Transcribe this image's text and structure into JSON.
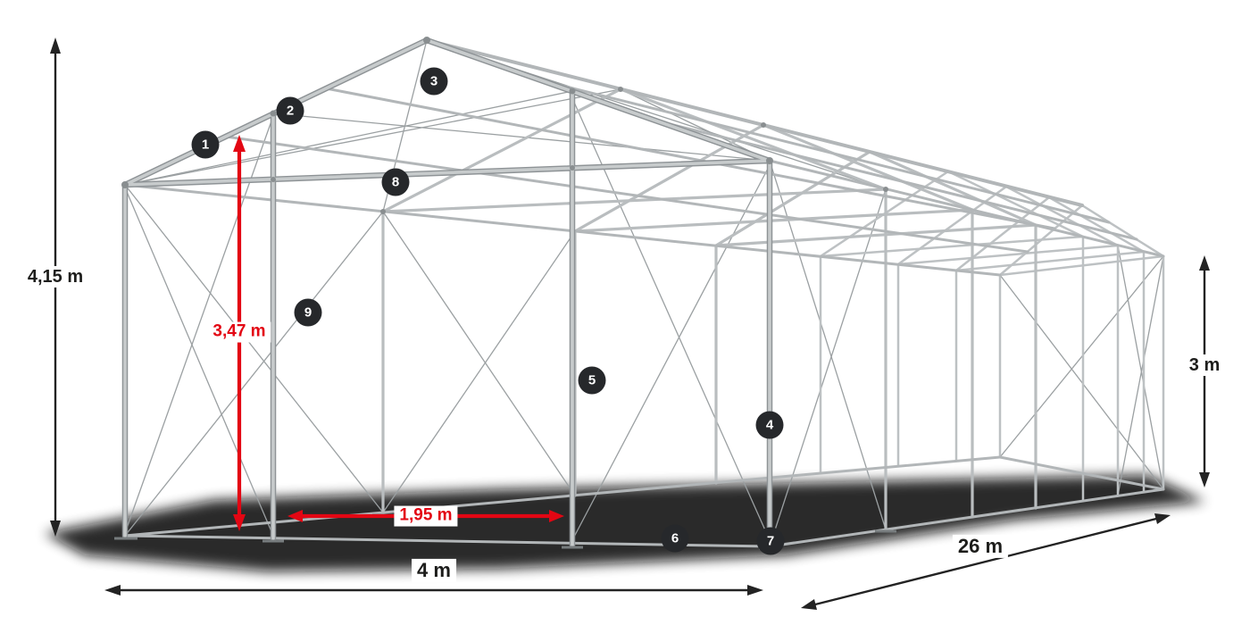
{
  "diagram": {
    "name": "tent-frame-dimension-diagram",
    "dimensions": {
      "total_height": "4,15 m",
      "clearance_height": "3,47 m",
      "side_height": "3 m",
      "width": "4 m",
      "length": "26 m",
      "entrance_width": "1,95 m"
    }
  },
  "badges": [
    {
      "label": "1"
    },
    {
      "label": "2"
    },
    {
      "label": "3"
    },
    {
      "label": "4"
    },
    {
      "label": "5"
    },
    {
      "label": "6"
    },
    {
      "label": "7"
    },
    {
      "label": "8"
    },
    {
      "label": "9"
    }
  ],
  "colors": {
    "accent_red": "#e30613",
    "dimension_black": "#232323",
    "frame_gray": "#b9bdbf",
    "badge_background": "#26282b",
    "shadow_black": "#070707"
  }
}
